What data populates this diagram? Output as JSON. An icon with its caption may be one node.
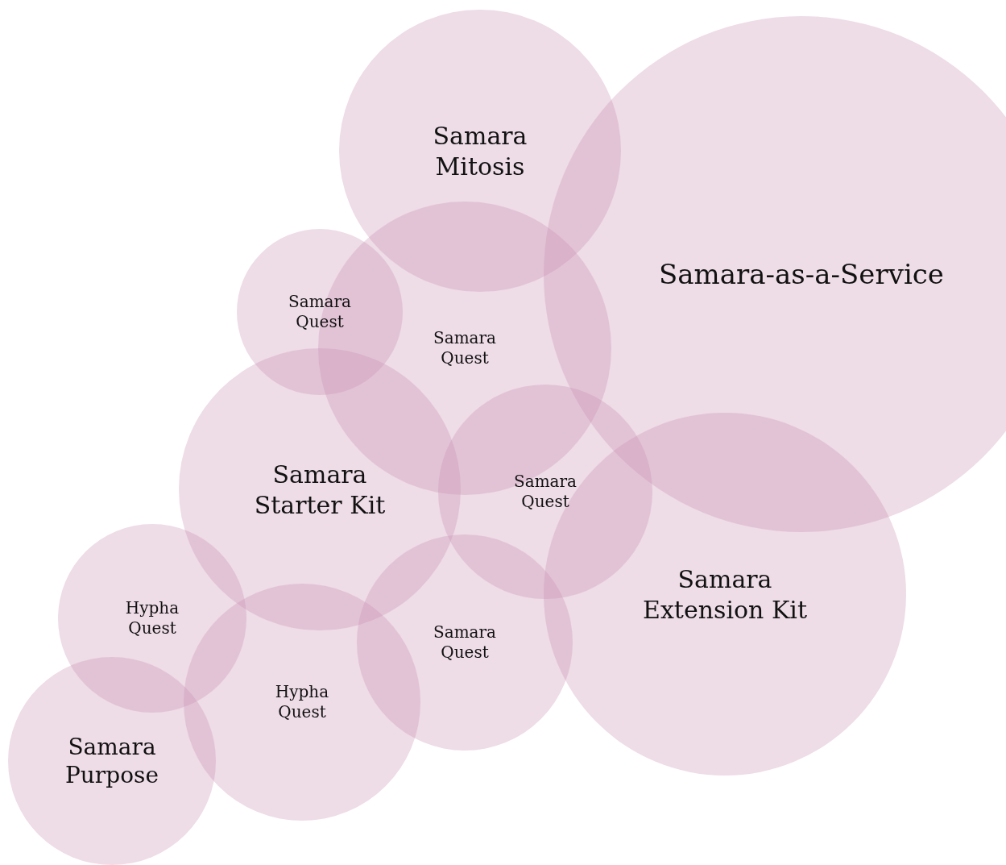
{
  "diagram": {
    "nodes": [
      {
        "text": [
          "Samara Mitosis"
        ]
      },
      {
        "text": [
          "Samara-as-a-Service"
        ]
      },
      {
        "text": [
          "Samara Quest"
        ]
      },
      {
        "text": [
          "Samara Quest"
        ]
      },
      {
        "text": [
          "Samara Starter Kit"
        ]
      },
      {
        "text": [
          "Samara Quest"
        ]
      },
      {
        "text": [
          "Samara Extension Kit"
        ]
      },
      {
        "text": [
          "Hypha Quest"
        ]
      },
      {
        "text": [
          "Samara Quest"
        ]
      },
      {
        "text": [
          "Hypha Quest"
        ]
      },
      {
        "text": [
          "Samara Purpose"
        ]
      }
    ]
  }
}
